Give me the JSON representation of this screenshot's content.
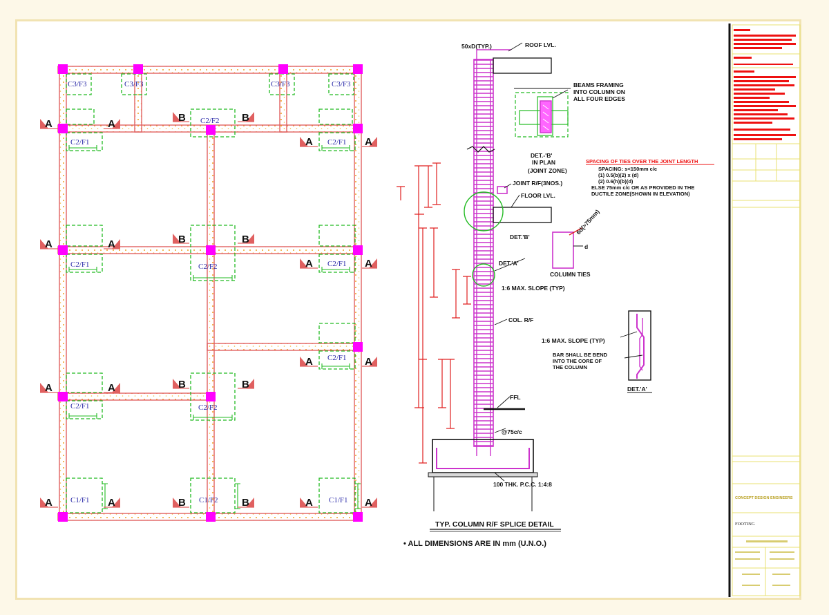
{
  "plan": {
    "column_labels": {
      "c3f3": "C3/F3",
      "c2f2": "C2/F2",
      "c2f1": "C2/F1",
      "c1f1": "C1/F1",
      "c1f2": "C1/F2"
    },
    "section_marks": {
      "a": "A",
      "b": "B"
    }
  },
  "detail": {
    "title": "TYP. COLUMN R/F SPLICE DETAIL",
    "note": "• ALL DIMENSIONS ARE IN mm (U.N.O.)",
    "labels": {
      "lap_50d": "50xD(TYP.)",
      "roof_lvl": "ROOF LVL.",
      "beams_framing_1": "BEAMS FRAMING",
      "beams_framing_2": "INTO COLUMN ON",
      "beams_framing_3": "ALL FOUR EDGES",
      "det_b_1": "DET.-'B'",
      "det_b_2": "IN PLAN",
      "det_b_3": "(JOINT ZONE)",
      "joint_rf": "JOINT R/F(3NOS.)",
      "floor_lvl": "FLOOR LVL.",
      "det_b_ref": "DET.'B'",
      "det_a_ref": "DET.'A'",
      "max_slope": "1:6 MAX. SLOPE (TYP)",
      "col_rf": "COL. R/F",
      "ffl": "FFL",
      "ties_spacing": "@75c/c",
      "pcc": "100 THK. P.C.C. 1:4:8",
      "hook": "6d(>75mm)",
      "column_ties": "COLUMN TIES",
      "tie_d": "d",
      "max_slope_2": "1:6 MAX. SLOPE (TYP)",
      "bar_bend_1": "BAR SHALL BE BEND",
      "bar_bend_2": "INTO THE CORE OF",
      "bar_bend_3": "THE COLUMN",
      "det_a_title": "DET.'A'"
    },
    "spacing_note": {
      "title": "SPACING OF TIES OVER THE JOINT LENGTH",
      "line1": "SPACING: s<150mm c/c",
      "line2": "(1) 0.5(b)(2) x (d)",
      "line3": "(2) 0.6(h)(b)(d)",
      "line4": "ELSE 75mm c/c OR AS PROVIDED IN THE",
      "line5": "DUCTILE ZONE(SHOWN IN ELEVATION)"
    }
  },
  "title_block": {
    "firm": "CONCEPT DESIGN ENGINEERS",
    "sheet_name": "FOOTING"
  },
  "colors": {
    "beam": "#e06060",
    "column": "#ff00ff",
    "footing": "#22bb22",
    "dots": "#f0a020",
    "ink": "#111111",
    "label": "#2a2aa8",
    "note_red": "#ee1111"
  }
}
